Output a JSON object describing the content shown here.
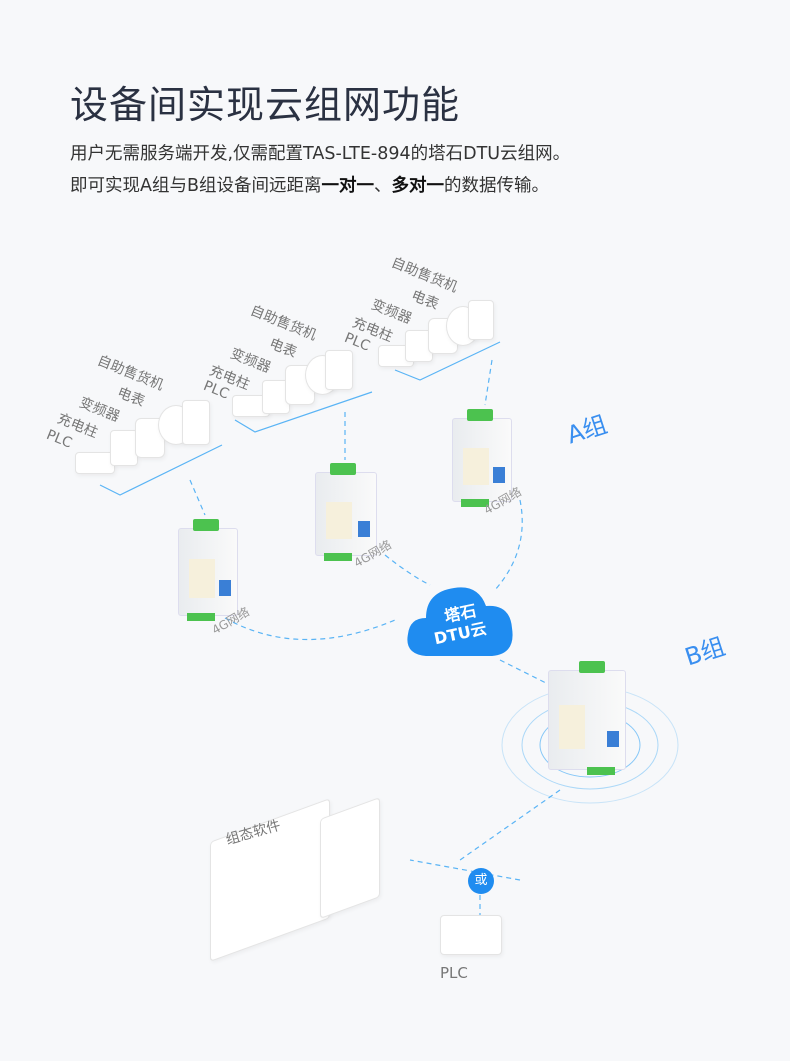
{
  "header": {
    "title": "设备间实现云组网功能",
    "line1": "用户无需服务端开发,仅需配置TAS-LTE-894的塔石DTU云组网。",
    "line2_pre": "即可实现A组与B组设备间远距离",
    "line2_b1": "一对一",
    "line2_sep": "、",
    "line2_b2": "多对一",
    "line2_post": "的数据传输。"
  },
  "device_groups": [
    {
      "labels": [
        "自助售货机",
        "电表",
        "变频器",
        "充电柱",
        "PLC"
      ]
    },
    {
      "labels": [
        "自助售货机",
        "电表",
        "变频器",
        "充电柱",
        "PLC"
      ]
    },
    {
      "labels": [
        "自助售货机",
        "电表",
        "变频器",
        "充电柱",
        "PLC"
      ]
    }
  ],
  "network_label": "4G网络",
  "group_a": "A组",
  "group_b": "B组",
  "cloud": {
    "line1": "塔石",
    "line2": "DTU云"
  },
  "software_label": "组态软件",
  "or_label": "或",
  "plc_label": "PLC",
  "colors": {
    "accent": "#1f8cf0",
    "line": "#5ab4f5",
    "terminal": "#4cc24f"
  }
}
